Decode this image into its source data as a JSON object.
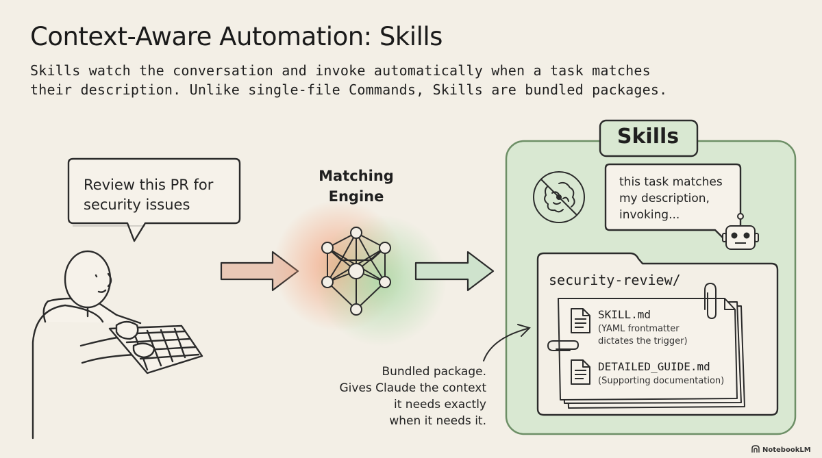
{
  "header": {
    "title": "Context-Aware Automation: Skills",
    "subtitle_line1": "Skills watch the conversation and invoke automatically when a task matches",
    "subtitle_line2": "their description. Unlike single-file Commands, Skills are bundled packages."
  },
  "user": {
    "bubble_line1": "Review this PR for",
    "bubble_line2": "security issues"
  },
  "engine": {
    "line1": "Matching",
    "line2": "Engine"
  },
  "skills": {
    "title": "Skills",
    "robot_line1": "this task matches",
    "robot_line2": "my description,",
    "robot_line3": "invoking...",
    "folder_name": "security-review/",
    "files": [
      {
        "name": "SKILL.md",
        "desc_line1": "(YAML frontmatter",
        "desc_line2": "dictates the trigger)"
      },
      {
        "name": "DETAILED_GUIDE.md",
        "desc_line1": "(Supporting documentation)"
      }
    ]
  },
  "annotation": {
    "line1": "Bundled package.",
    "line2": "Gives Claude the context",
    "line3": "it needs exactly",
    "line4": "when it needs it."
  },
  "branding": {
    "label": "NotebookLM"
  },
  "colors": {
    "background": "#f3efe6",
    "skills_panel": "#d9e8d2",
    "skills_border": "#6d8f66",
    "arrow_in": "#e9c8b6",
    "arrow_out": "#cfe3cd",
    "glow_orange": "#f3a37e",
    "glow_green": "#a9d9a6"
  },
  "icons": [
    "user-typing-illustration",
    "network-icon",
    "brain-icon",
    "robot-icon",
    "document-icon",
    "paperclip-icon",
    "notebooklm-logo-icon"
  ]
}
